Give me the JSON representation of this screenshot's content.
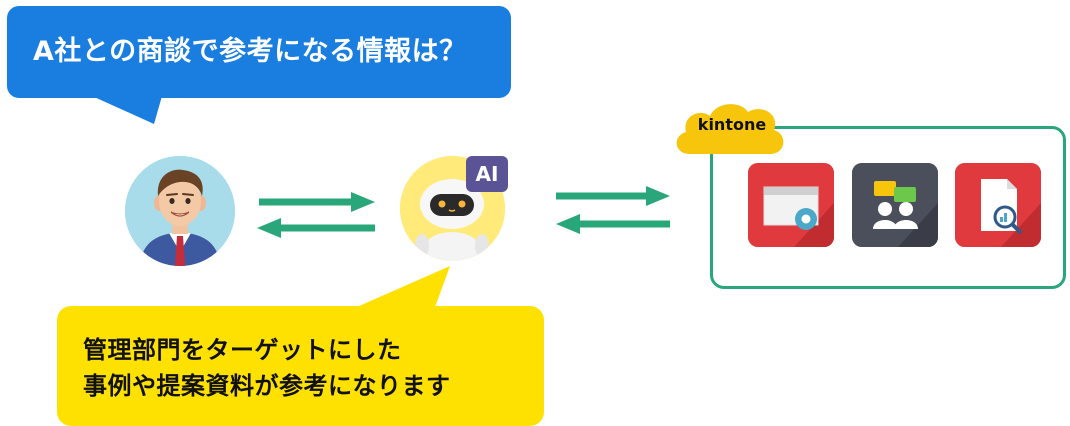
{
  "question_bubble": {
    "text": "A社との商談で参考になる情報は？"
  },
  "answer_bubble": {
    "line1": "管理部門をターゲットにした",
    "line2": "事例や提案資料が参考になります"
  },
  "ai_badge": {
    "label": "AI"
  },
  "kintone": {
    "label": "kintone"
  },
  "colors": {
    "question_blue": "#1a7de0",
    "answer_yellow": "#ffe100",
    "arrow_green": "#2aa77a",
    "kintone_yellow": "#f6c50c",
    "app_red": "#e03a3e",
    "app_dark": "#4b4f5c",
    "ai_purple": "#5a5496"
  },
  "icons": [
    "person-avatar-icon",
    "robot-avatar-icon",
    "exchange-arrows-icon",
    "app-settings-icon",
    "app-people-chat-icon",
    "app-document-search-icon"
  ]
}
